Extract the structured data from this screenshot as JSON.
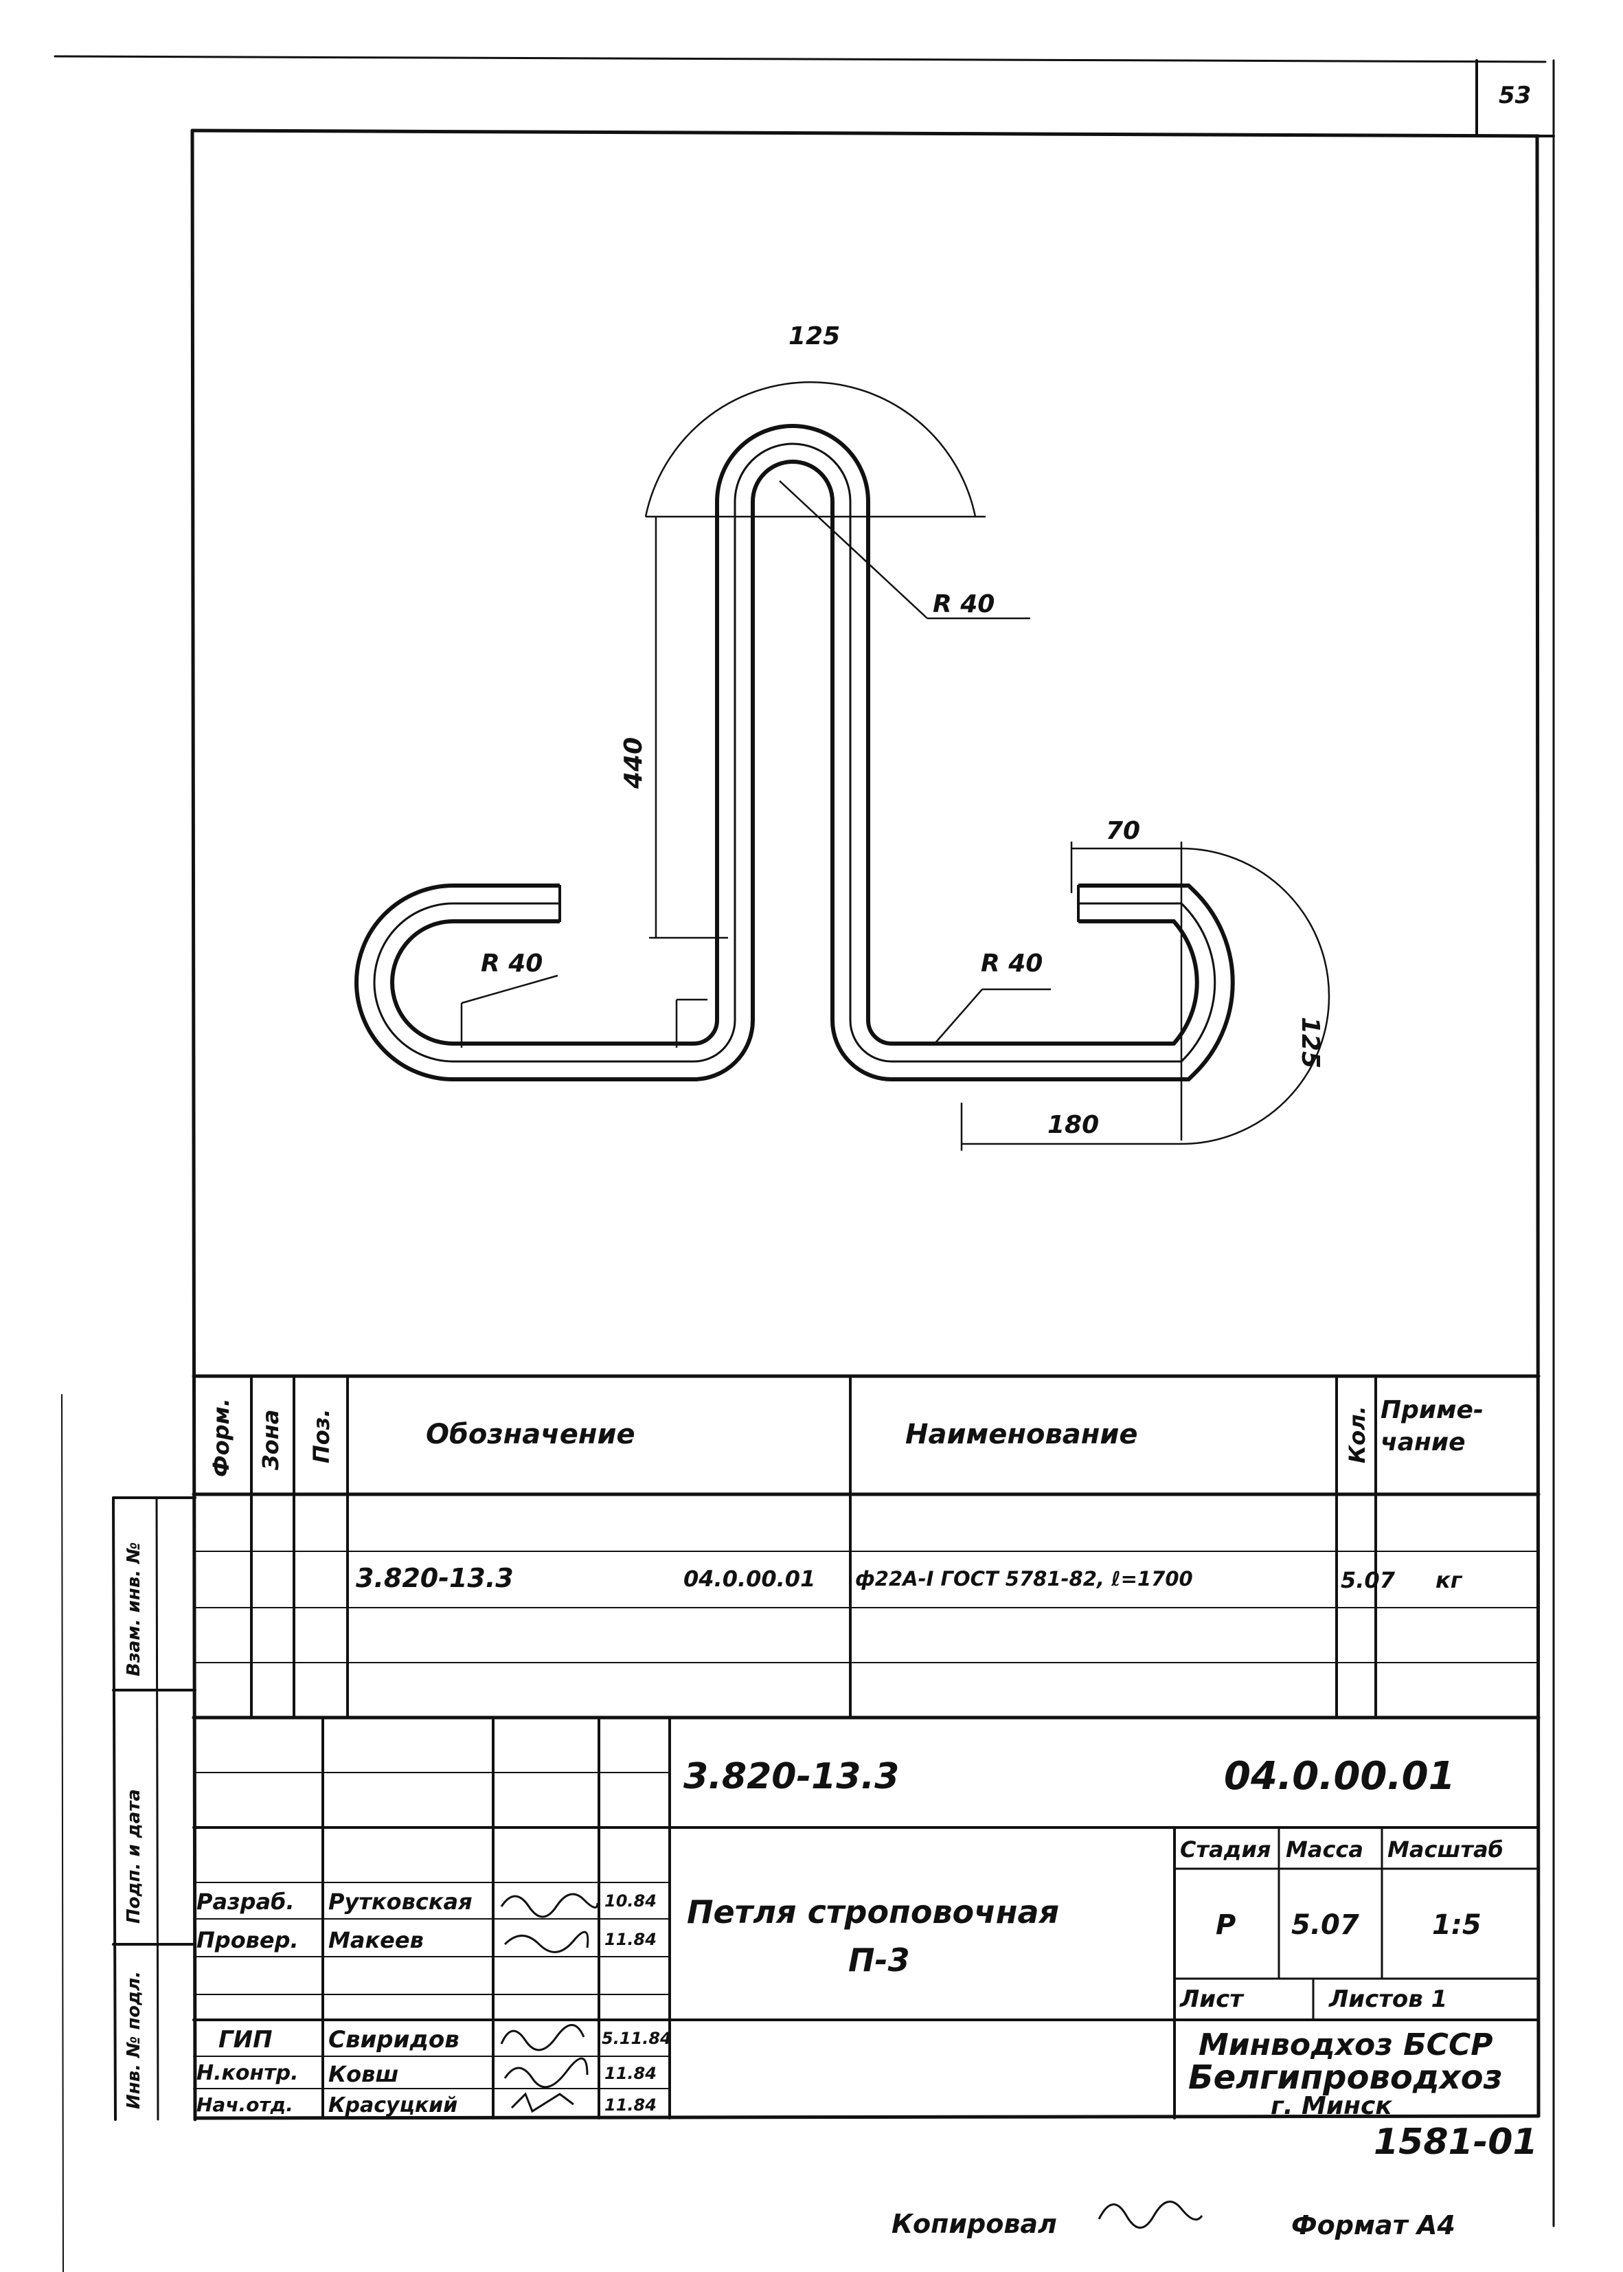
{
  "sheet_number": "53",
  "drawing": {
    "dims": {
      "top_arc": "125",
      "height": "440",
      "radius_top": "R 40",
      "radius_left": "R 40",
      "radius_right": "R 40",
      "hook_len": "70",
      "right_arc": "125",
      "base_len": "180"
    }
  },
  "spec_table": {
    "headers": {
      "format": "Форм.",
      "zone": "Зона",
      "pos": "Поз.",
      "designation": "Обозначение",
      "name": "Наименование",
      "qty": "Кол.",
      "note": "Приме-\nчание"
    },
    "row": {
      "designation_left": "3.820-13.3",
      "designation_right": "04.0.00.01",
      "name": "ф22А-I ГОСТ 5781-82, ℓ=1700",
      "qty": "5.07",
      "note": "кг"
    }
  },
  "side_stamp": {
    "vzam": "Взам. инв. №",
    "podp": "Подп. и дата",
    "inv": "Инв. № подл."
  },
  "title_block": {
    "code_left": "3.820-13.3",
    "code_right": "04.0.00.01",
    "title_line1": "Петля строповочная",
    "title_line2": "П-3",
    "stage_label": "Стадия",
    "mass_label": "Масса",
    "scale_label": "Масштаб",
    "stage": "Р",
    "mass": "5.07",
    "scale": "1:5",
    "sheet_label": "Лист",
    "sheets_label": "Листов 1",
    "org_line1": "Минводхоз БССР",
    "org_line2": "Белгипроводхоз",
    "org_line3": "г. Минск",
    "people": [
      {
        "role": "Разраб.",
        "name": "Рутковская",
        "date": "10.84"
      },
      {
        "role": "Провер.",
        "name": "Макеев",
        "date": "11.84"
      },
      {
        "role": "ГИП",
        "name": "Свиридов",
        "date": "5.11.84"
      },
      {
        "role": "Н.контр.",
        "name": "Ковш",
        "date": "11.84"
      },
      {
        "role": "Нач.отд.",
        "name": "Красуцкий",
        "date": "11.84"
      }
    ]
  },
  "doc_number": "1581-01",
  "footer": {
    "copied": "Копировал",
    "format": "Формат А4"
  }
}
